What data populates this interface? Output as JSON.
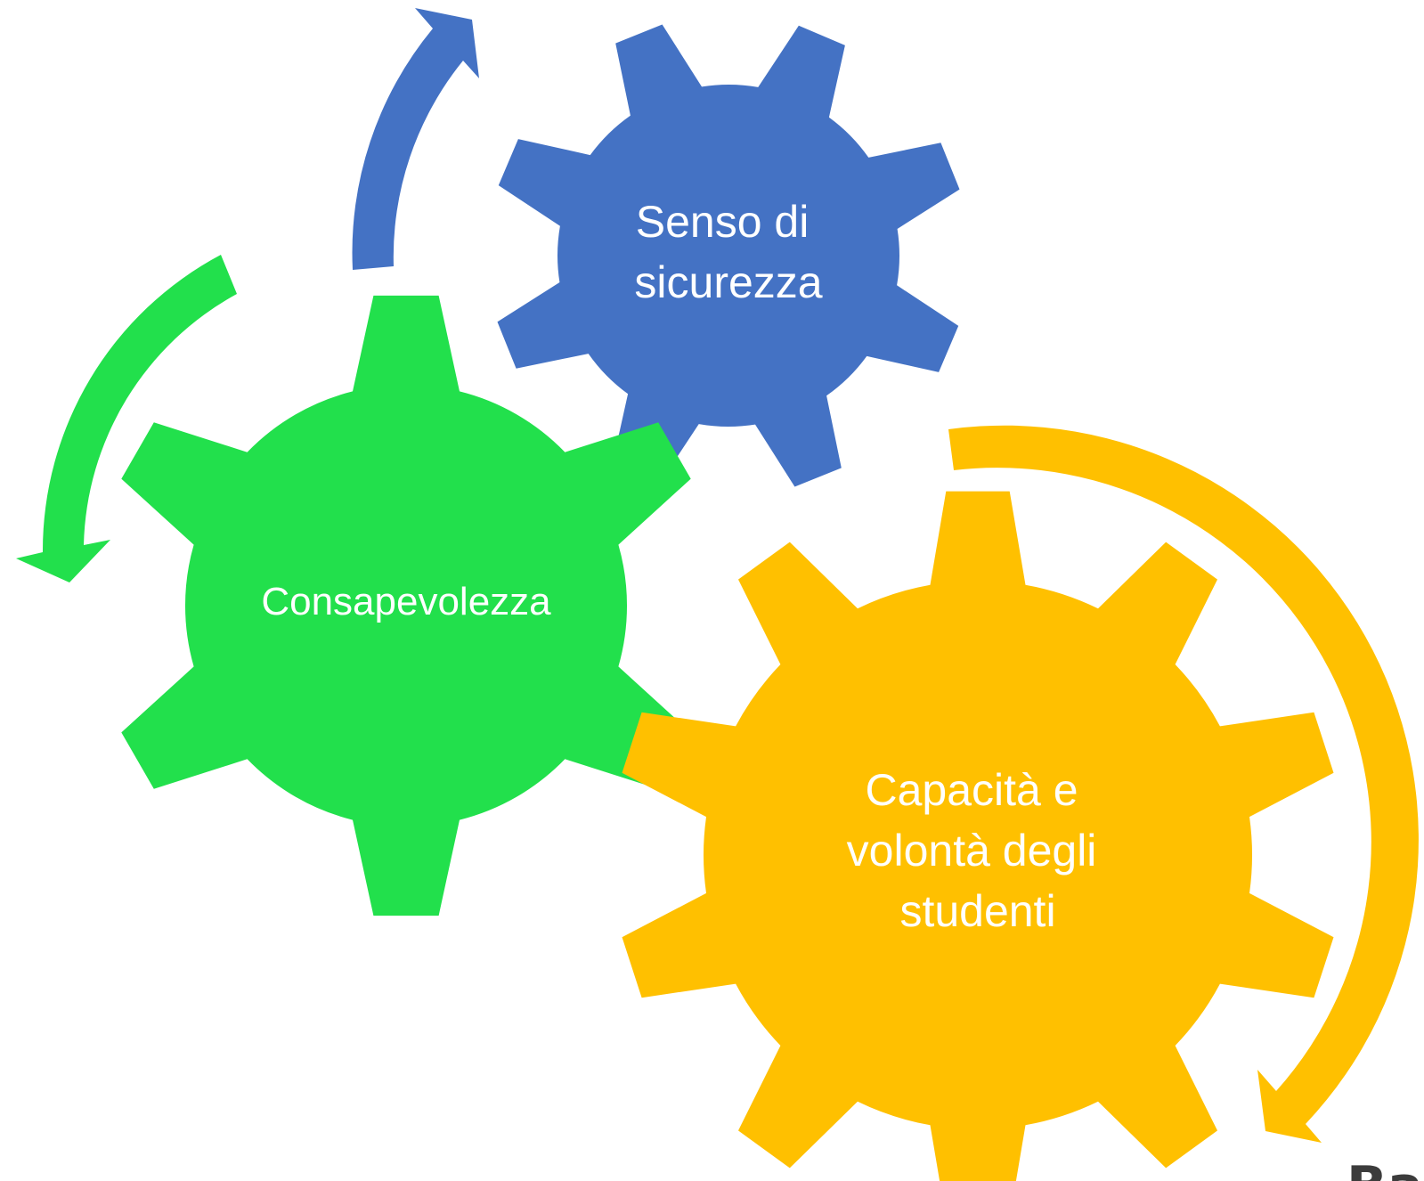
{
  "gears": [
    {
      "id": "consapevolezza",
      "lines": [
        "Consapevolezza"
      ],
      "color": "#22e04c"
    },
    {
      "id": "sicurezza",
      "lines": [
        "Senso di",
        "sicurezza"
      ],
      "color": "#4472c4"
    },
    {
      "id": "capacita",
      "lines": [
        "Capacità e",
        "volontà degli",
        "studenti"
      ],
      "color": "#ffc000"
    }
  ],
  "arrows": [
    {
      "id": "green-arrow",
      "color": "#22e04c"
    },
    {
      "id": "blue-arrow",
      "color": "#4472c4"
    },
    {
      "id": "yellow-arrow",
      "color": "#ffc000"
    }
  ],
  "corner_mark": "Ba"
}
